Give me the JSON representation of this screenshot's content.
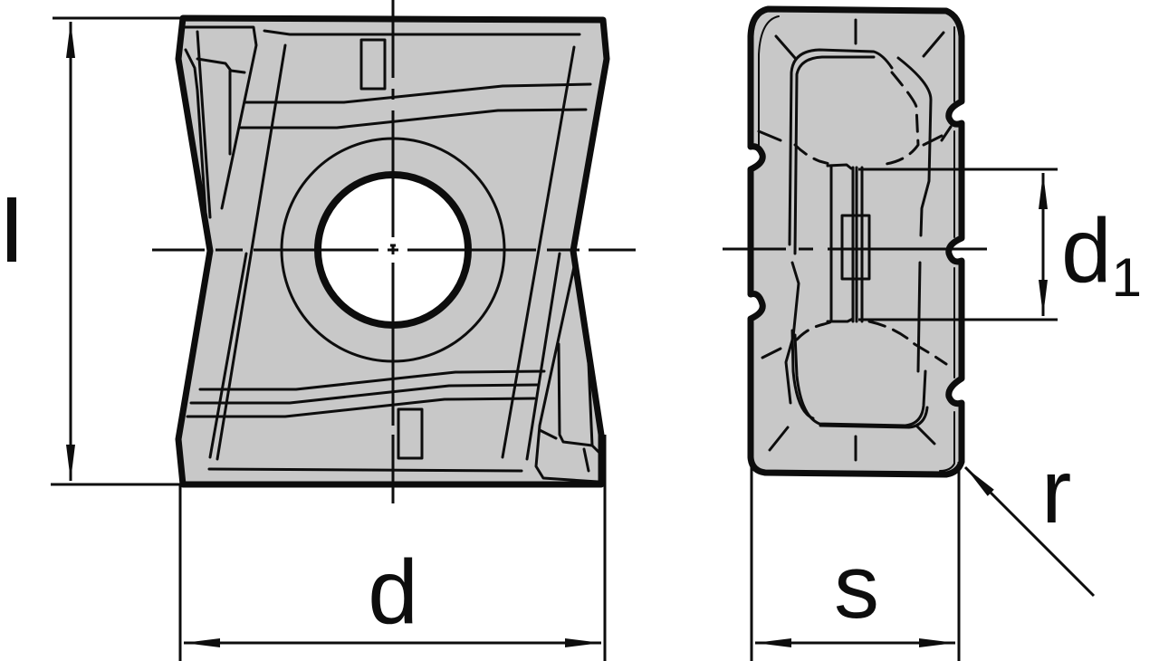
{
  "diagram": {
    "subject": "Indexable insert technical drawing",
    "colors": {
      "fill": "#c8c8c8",
      "stroke": "#0d0d0d",
      "background": "#ffffff"
    },
    "views": [
      {
        "id": "front-view",
        "description": "Insert top view with central clamping screw hole"
      },
      {
        "id": "side-view",
        "description": "Insert edge view with chip groove"
      }
    ],
    "dimensions": {
      "l": {
        "label": "l",
        "description": "Insert length"
      },
      "d": {
        "label": "d",
        "description": "Inscribed width"
      },
      "s": {
        "label": "s",
        "description": "Insert thickness"
      },
      "d1": {
        "label": "d",
        "subscript": "1",
        "description": "Hole diameter"
      },
      "r": {
        "label": "r",
        "description": "Corner radius"
      }
    }
  }
}
